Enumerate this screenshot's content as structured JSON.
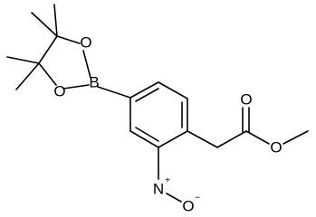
{
  "molecule": {
    "atoms": {
      "boron": "B",
      "ring_oxygen_top": "O",
      "ring_oxygen_bottom": "O",
      "nitro_nitrogen": "N",
      "nitro_nitrogen_charge": "+",
      "nitro_oxygen": "O",
      "nitro_oxygen_charge": "−",
      "carbonyl_oxygen": "O",
      "ester_oxygen": "O"
    }
  }
}
